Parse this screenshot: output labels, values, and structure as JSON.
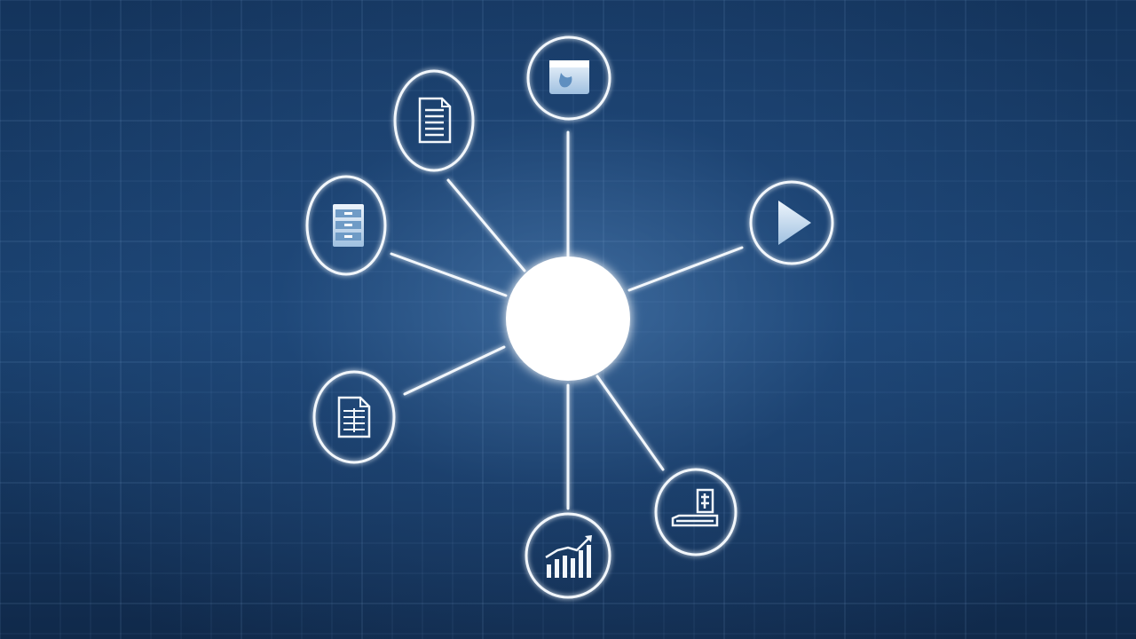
{
  "diagram": {
    "background_color": "#1a416f",
    "grid_color": "#7fa8d8",
    "line_color": "#f2f7fc",
    "node_stroke": "#f2f7fc",
    "hub_fill": "#ffffff",
    "hub": {
      "name": "center-hub"
    },
    "nodes": [
      {
        "id": "video",
        "icon": "video-frame-icon"
      },
      {
        "id": "document",
        "icon": "document-lines-icon"
      },
      {
        "id": "archive",
        "icon": "archive-box-icon"
      },
      {
        "id": "play",
        "icon": "play-icon"
      },
      {
        "id": "spreadsheet",
        "icon": "spreadsheet-doc-icon"
      },
      {
        "id": "growth-chart",
        "icon": "bar-chart-growth-icon"
      },
      {
        "id": "storage",
        "icon": "storage-rack-icon"
      }
    ]
  }
}
